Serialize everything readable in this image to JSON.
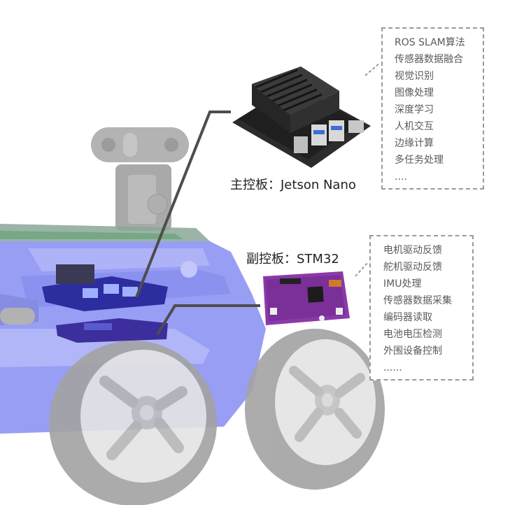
{
  "main_board": {
    "label": "主控板：Jetson Nano",
    "features": [
      "ROS SLAM算法",
      "传感器数据融合",
      "视觉识别",
      "图像处理",
      "深度学习",
      "人机交互",
      "边缘计算",
      "多任务处理",
      "...."
    ]
  },
  "sub_board": {
    "label": "副控板：STM32",
    "features": [
      "电机驱动反馈",
      "舵机驱动反馈",
      "IMU处理",
      "传感器数据采集",
      "编码器读取",
      "电池电压检测",
      "外围设备控制",
      "......"
    ]
  },
  "colors": {
    "chassis_blue": "#7f86f2",
    "wheel_gray": "#a9a9a9",
    "board_purple": "#8a3aa8",
    "heatsink": "#2b2b2b",
    "leader_line": "#4d4d4d",
    "dashed_border": "#9a9a9a"
  }
}
